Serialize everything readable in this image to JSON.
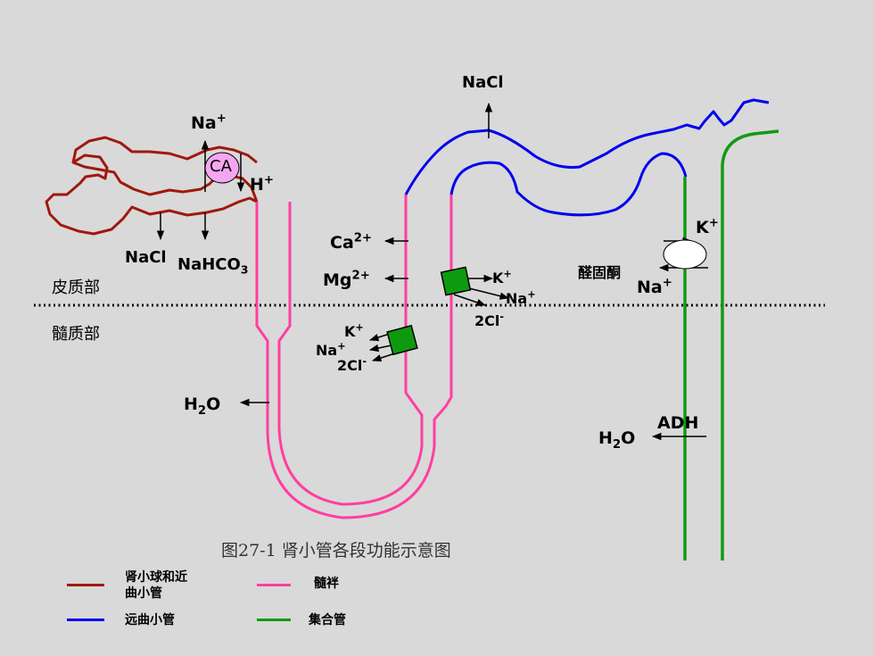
{
  "colors": {
    "background": "#d9d9d9",
    "proximal": "#a0180e",
    "loop": "#ff3fa0",
    "distal": "#0000ee",
    "collecting": "#129a12",
    "transporter_green": "#0e9a0e",
    "ca_bubble": "#f5a6f0"
  },
  "icons": {
    "ca_bubble": "carbonic-anhydrase-circle",
    "cotransporter": "green-square-cotransporter",
    "na_k_pump": "white-ellipse-pump"
  },
  "labels": {
    "nacl_top": "NaCl",
    "na_prox": "Na",
    "na_prox_sup": "+",
    "ca": "CA",
    "h_prox": "H",
    "h_prox_sup": "+",
    "nacl_prox": "NaCl",
    "nahco3": "NaHCO",
    "nahco3_sub": "3",
    "ca2": "Ca",
    "ca2_sup": "2+",
    "mg2": "Mg",
    "mg2_sup": "2+",
    "k_thick": "K",
    "k_thick_sup": "+",
    "na_thick": "Na",
    "na_thick_sup": "+",
    "cl2_thick": "2Cl",
    "cl2_thick_sup": "-",
    "k_med": "K",
    "k_med_sup": "+",
    "na_med": "Na",
    "na_med_sup": "+",
    "cl2_med": "2Cl",
    "cl2_med_sup": "-",
    "aldosterone": "醛固酮",
    "k_collect": "K",
    "k_collect_sup": "+",
    "na_collect": "Na",
    "na_collect_sup": "+",
    "h2o_loop": "H",
    "h2o_loop_sub": "2",
    "h2o_loop_o": "O",
    "adh": "ADH",
    "h2o_collect": "H",
    "h2o_collect_sub": "2",
    "h2o_collect_o": "O",
    "cortex": "皮质部",
    "medulla": "髓质部"
  },
  "caption": "图27-1 肾小管各段功能示意图",
  "legend": [
    {
      "label": "肾小球和近\n曲小管",
      "color": "#a0180e"
    },
    {
      "label": "髓袢",
      "color": "#ff3fa0"
    },
    {
      "label": "远曲小管",
      "color": "#0000ee"
    },
    {
      "label": "集合管",
      "color": "#129a12"
    }
  ]
}
